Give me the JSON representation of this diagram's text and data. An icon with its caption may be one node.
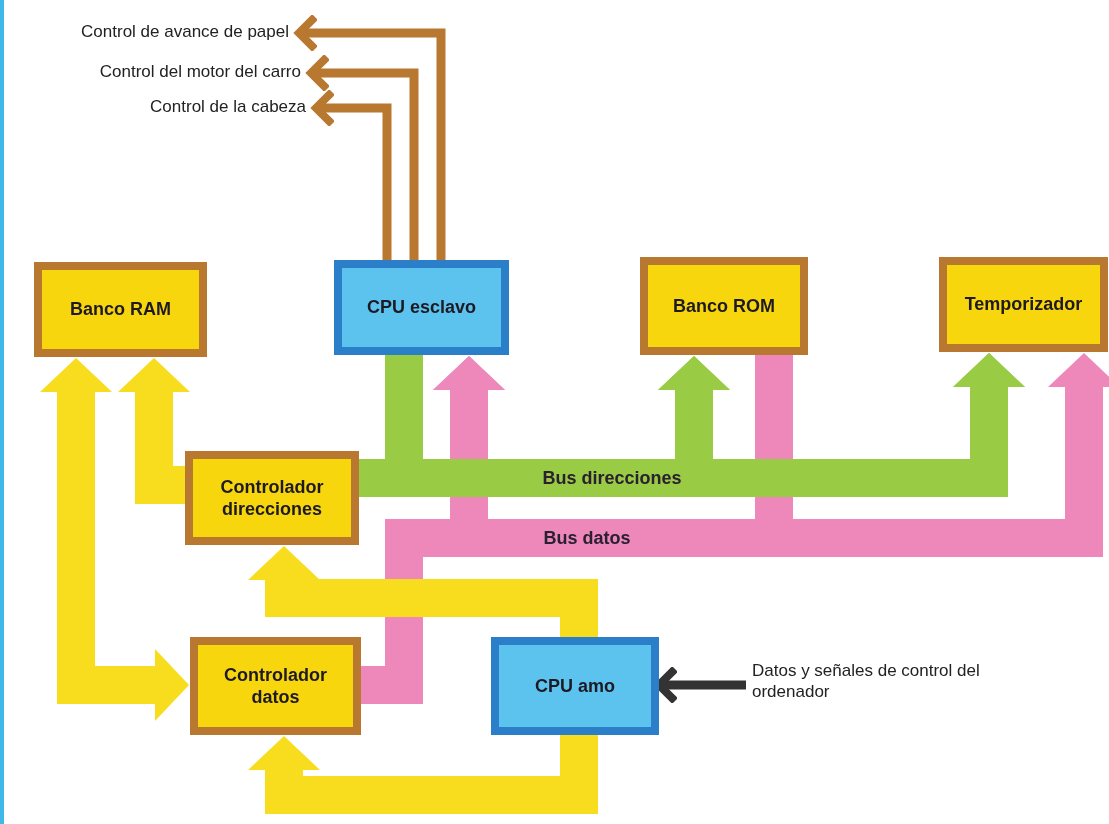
{
  "diagram": {
    "nodes": [
      {
        "text": [
          "Control de avance de papel"
        ]
      },
      {
        "text": [
          "Control del motor del carro"
        ]
      },
      {
        "text": [
          "Control de la cabeza"
        ]
      },
      {
        "text": [
          "Banco RAM"
        ]
      },
      {
        "text": [
          "CPU esclavo"
        ]
      },
      {
        "text": [
          "Banco ROM"
        ]
      },
      {
        "text": [
          "Temporizador"
        ]
      },
      {
        "text": [
          "Controlador direcciones"
        ]
      },
      {
        "text": [
          "Controlador datos"
        ]
      },
      {
        "text": [
          "CPU amo"
        ]
      },
      {
        "text": [
          "Datos y señales de control del ordenador"
        ]
      }
    ],
    "edges": [
      {
        "from": 4,
        "to": 0,
        "arrow": "to",
        "color": "#b87830"
      },
      {
        "from": 4,
        "to": 1,
        "arrow": "to",
        "color": "#b87830"
      },
      {
        "from": 4,
        "to": 2,
        "arrow": "to",
        "color": "#b87830"
      },
      {
        "from": 7,
        "to": 3,
        "arrow": "to"
      },
      {
        "from": 8,
        "to": 3,
        "arrow": "both"
      },
      {
        "from": 7,
        "to": 5,
        "arrow": "to",
        "color": "#99cc44",
        "label": "Bus direcciones"
      },
      {
        "from": 7,
        "to": 6,
        "arrow": "to",
        "color": "#99cc44"
      },
      {
        "from": 4,
        "to": 5,
        "arrow": "to",
        "color": "#99cc44"
      },
      {
        "from": 4,
        "to": 6,
        "arrow": "to",
        "color": "#99cc44"
      },
      {
        "from": 8,
        "to": 4,
        "arrow": "to",
        "color": "#ee88bb"
      },
      {
        "from": 8,
        "to": 6,
        "arrow": "to",
        "color": "#ee88bb",
        "label": "Bus datos"
      },
      {
        "from": 5,
        "to": 4,
        "arrow": "to",
        "color": "#ee88bb"
      },
      {
        "from": 9,
        "to": 7,
        "arrow": "to"
      },
      {
        "from": 9,
        "to": 8,
        "arrow": "to"
      },
      {
        "from": 10,
        "to": 9,
        "arrow": "to",
        "color": "#333333"
      }
    ]
  }
}
